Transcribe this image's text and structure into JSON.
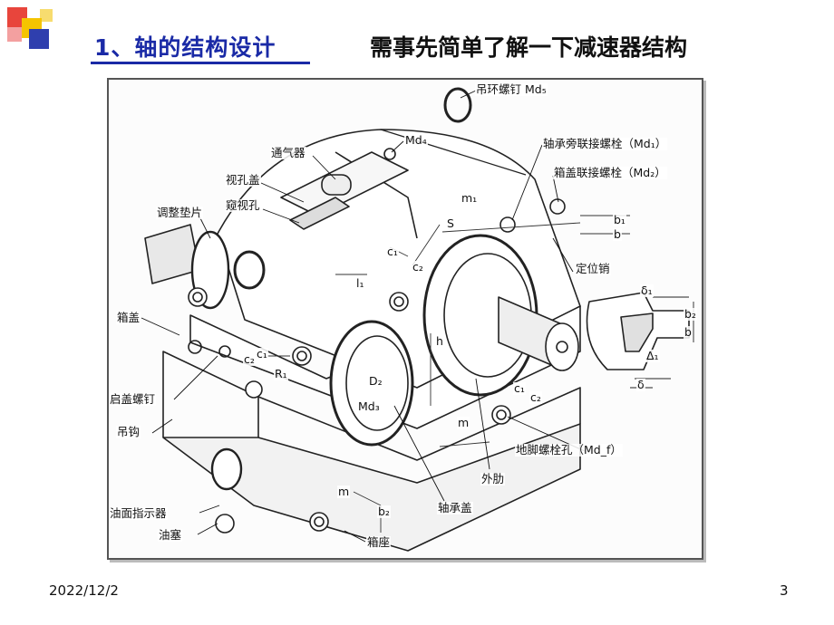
{
  "header": {
    "title": "1、轴的结构设计",
    "subtitle": "需事先简单了解一下减速器结构"
  },
  "figure": {
    "labels": {
      "lifting_screw": "吊环螺钉 Md₅",
      "md4": "Md₄",
      "vent": "通气器",
      "bearing_bolt": "轴承旁联接螺栓（Md₁）",
      "inspection_cover": "视孔盖",
      "cover_bolt": "箱盖联接螺栓（Md₂）",
      "inspection_hole": "窥视孔",
      "shim": "调整垫片",
      "m1": "m₁",
      "b1": "b₁",
      "b": "b",
      "s": "S",
      "c1_top": "c₁",
      "c2_top": "c₂",
      "dowel_pin": "定位销",
      "l1": "l₁",
      "delta1": "δ₁",
      "cover": "箱盖",
      "b2_right": "b₂",
      "b_right": "b",
      "c2_left": "c₂",
      "c1_left": "c₁",
      "r1": "R₁",
      "d2": "D₂",
      "h": "h",
      "md3": "Md₃",
      "c1_bottom": "c₁",
      "c2_bottom": "c₂",
      "capital_delta1": "Δ₁",
      "delta": "δ",
      "jack_screw": "启盖螺钉",
      "hook": "吊钩",
      "m_mid": "m",
      "foundation_bolt": "地脚螺栓孔（Md_f）",
      "rib": "外肋",
      "oil_indicator": "油面指示器",
      "m_bottom": "m",
      "bearing_cap": "轴承盖",
      "b2_bottom": "b₂",
      "oil_plug": "油塞",
      "base": "箱座"
    }
  },
  "footer": {
    "date": "2022/12/2",
    "page": "3"
  }
}
